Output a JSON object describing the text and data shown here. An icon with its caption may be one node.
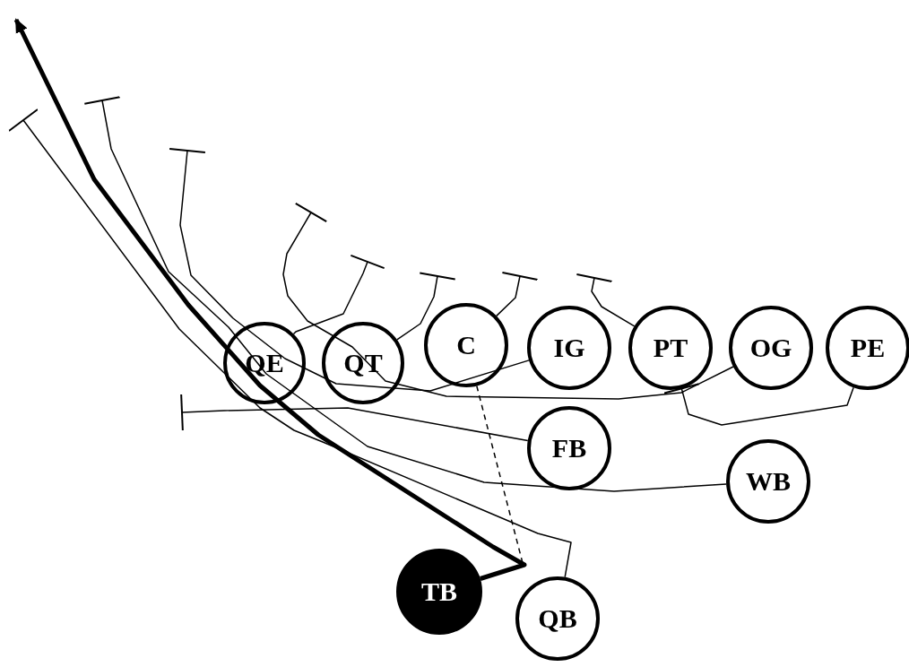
{
  "diagram": {
    "nodes": [
      {
        "text": [
          "QE"
        ]
      },
      {
        "text": [
          "QT"
        ]
      },
      {
        "text": [
          "C"
        ]
      },
      {
        "text": [
          "IG"
        ]
      },
      {
        "text": [
          "PT"
        ]
      },
      {
        "text": [
          "OG"
        ]
      },
      {
        "text": [
          "PE"
        ]
      },
      {
        "text": [
          "FB"
        ]
      },
      {
        "text": [
          "WB"
        ]
      },
      {
        "text": [
          "TB"
        ]
      },
      {
        "text": [
          "QB"
        ]
      }
    ],
    "edges": [
      {
        "from": 0,
        "to": null,
        "arrow": "other"
      },
      {
        "from": 1,
        "to": null,
        "arrow": "other"
      },
      {
        "from": 2,
        "to": null,
        "arrow": "other"
      },
      {
        "from": 4,
        "to": null,
        "arrow": "other"
      },
      {
        "from": 6,
        "to": 4,
        "arrow": "other"
      },
      {
        "from": 5,
        "to": null,
        "arrow": "other"
      },
      {
        "from": 3,
        "to": null,
        "arrow": "other"
      },
      {
        "from": 7,
        "to": null,
        "arrow": "other"
      },
      {
        "from": 8,
        "to": null,
        "arrow": "other"
      },
      {
        "from": 10,
        "to": null,
        "arrow": "other"
      },
      {
        "from": 9,
        "to": null,
        "arrow": "to",
        "style": "thick"
      },
      {
        "from": 2,
        "to": null,
        "arrow": "none",
        "style": "dashed"
      }
    ]
  }
}
